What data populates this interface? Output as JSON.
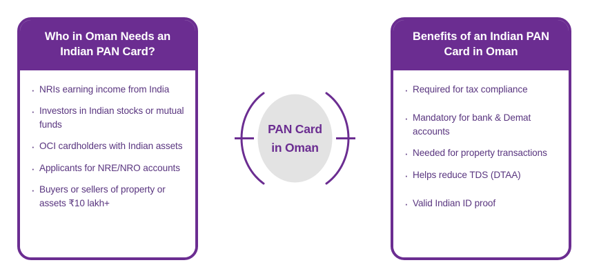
{
  "theme": {
    "brand_purple": "#6B2D91",
    "body_text_purple": "#59357F",
    "circle_fill": "#E3E3E3",
    "card_background": "#FFFFFF",
    "page_background": "#FFFFFF"
  },
  "center_node": {
    "line1": "PAN Card",
    "line2": "in Oman",
    "shape": "ellipse-with-arc-ring"
  },
  "connectors": {
    "left": {
      "marker": "open-circle-node"
    },
    "right": {
      "marker": "open-circle-node"
    }
  },
  "left_card": {
    "title": "Who in Oman Needs an Indian PAN Card?",
    "items": [
      "NRIs earning income from India",
      "Investors in Indian stocks or mutual funds",
      "OCI cardholders with Indian assets",
      "Applicants for NRE/NRO accounts",
      "Buyers or sellers of property or assets ₹10 lakh+"
    ]
  },
  "right_card": {
    "title": "Benefits of an Indian PAN Card in Oman",
    "items": [
      "Required for tax compliance",
      "Mandatory for bank & Demat accounts",
      "Needed for property transactions",
      "Helps reduce TDS (DTAA)",
      "Valid Indian ID proof"
    ]
  }
}
